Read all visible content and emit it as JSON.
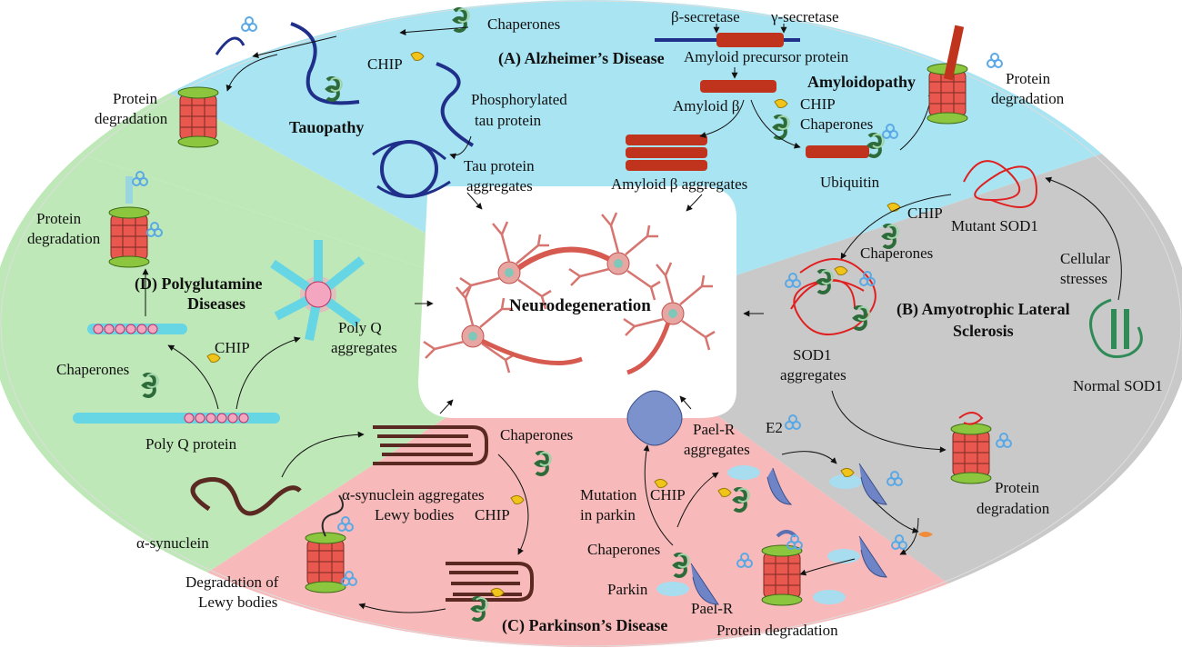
{
  "colors": {
    "alzheimers_bg": "#a9e4f2",
    "als_bg": "#c9c9c9",
    "parkinsons_bg": "#f7b9b9",
    "polyq_bg": "#bfe8b8",
    "center_bg": "#ffffff",
    "proteasome": "#e8584e",
    "ring": "#8cc63f",
    "tau_chain": "#1f2f8a",
    "amyloid": "#c0341e",
    "sod1": "#e02020",
    "synuclein": "#5a2a22",
    "ubiquitin": "#5aa9e6",
    "chip": "#f0c419",
    "neuron": "#e07a78"
  },
  "center": {
    "label": "Neurodegeneration"
  },
  "alzheimers": {
    "title": "(A) Alzheimer’s Disease",
    "tauopathy": "Tauopathy",
    "chaperones": "Chaperones",
    "chip": "CHIP",
    "phospho_1": "Phosphorylated",
    "phospho_2": "tau protein",
    "tau_agg_1": "Tau protein",
    "tau_agg_2": "aggregates",
    "deg_1": "Protein",
    "deg_2": "degradation",
    "beta_sec": "β-secretase",
    "gamma_sec": "γ-secretase",
    "app": "Amyloid precursor protein",
    "amyloidopathy": "Amyloidopathy",
    "abeta": "Amyloid β",
    "chip2": "CHIP",
    "chaperones2": "Chaperones",
    "ubiquitin": "Ubiquitin",
    "abeta_agg": "Amyloid β aggregates",
    "deg2_1": "Protein",
    "deg2_2": "degradation"
  },
  "als": {
    "title_1": "(B) Amyotrophic Lateral",
    "title_2": "Sclerosis",
    "mutant": "Mutant SOD1",
    "chip": "CHIP",
    "chaperones": "Chaperones",
    "stress_1": "Cellular",
    "stress_2": "stresses",
    "sod1_agg_1": "SOD1",
    "sod1_agg_2": "aggregates",
    "normal": "Normal SOD1",
    "deg_1": "Protein",
    "deg_2": "degradation"
  },
  "parkinsons": {
    "title": "(C) Parkinson’s Disease",
    "asyn": "α-synuclein",
    "asyn_agg": "α-synuclein aggregates",
    "lewy": "Lewy bodies",
    "chaperones": "Chaperones",
    "chip": "CHIP",
    "deg_lewy_1": "Degradation of",
    "deg_lewy_2": "Lewy bodies",
    "paelr_agg_1": "Pael-R",
    "paelr_agg_2": "aggregates",
    "e2": "E2",
    "mutation_1": "Mutation",
    "mutation_2": "in parkin",
    "chip2": "CHIP",
    "chaperones2": "Chaperones",
    "parkin": "Parkin",
    "paelr": "Pael-R",
    "deg": "Protein degradation"
  },
  "polyq": {
    "title_1": "(D) Polyglutamine",
    "title_2": "Diseases",
    "deg_1": "Protein",
    "deg_2": "degradation",
    "agg_1": "Poly Q",
    "agg_2": "aggregates",
    "chip": "CHIP",
    "chaperones": "Chaperones",
    "protein": "Poly Q protein"
  }
}
